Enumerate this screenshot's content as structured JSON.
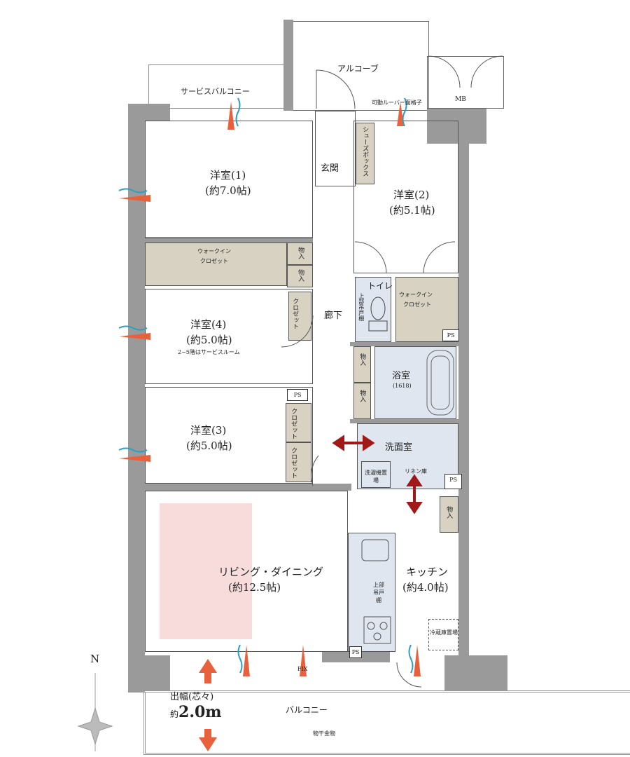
{
  "rooms": {
    "service_balcony": "サービスバルコニー",
    "alcove": "アルコーブ",
    "louver": "可動ルーバー面格子",
    "mb": "MB",
    "entrance": "玄関",
    "shoe_box": "シューズボックス",
    "western1": {
      "name": "洋室(1)",
      "size": "(約7.0帖)"
    },
    "western2": {
      "name": "洋室(2)",
      "size": "(約5.1帖)"
    },
    "western3": {
      "name": "洋室(3)",
      "size": "(約5.0帖)"
    },
    "western4": {
      "name": "洋室(4)",
      "size": "(約5.0帖)",
      "note": "2~5階はサービスルーム"
    },
    "wic1": [
      "ウォークイン",
      "クロゼット"
    ],
    "wic2": [
      "ウォークイン",
      "クロゼット"
    ],
    "storage": "物入",
    "closet": "クロゼット",
    "corridor": "廊下",
    "toilet": "トイレ",
    "toilet_cabinet": "上部吊戸棚",
    "ps": "PS",
    "bath": {
      "name": "浴室",
      "size": "(1618)"
    },
    "washroom": "洗面室",
    "washer": "洗濯機置場",
    "linen": "リネン庫",
    "living": {
      "name": "リビング・ダイニング",
      "size": "(約12.5帖)"
    },
    "kitchen": {
      "name": "キッチン",
      "size": "(約4.0帖)"
    },
    "kitchen_cabinet": "上部吊戸棚",
    "fridge": "冷蔵庫置場",
    "fix": "FIX",
    "balcony": "バルコニー",
    "drying_rack": "物干金物"
  },
  "balcony_depth": {
    "label": "出幅(芯々)",
    "prefix": "約",
    "value": "2.0m"
  },
  "compass": {
    "north": "N"
  },
  "colors": {
    "wall": "#9a9a9a",
    "storage": "#d8d2c2",
    "wet_area": "#dfe6f0",
    "furniture_zone": "#f8dcdc",
    "arrow": "#e8603c",
    "passage_arrow": "#a01818",
    "air": "#2a9fc4"
  }
}
